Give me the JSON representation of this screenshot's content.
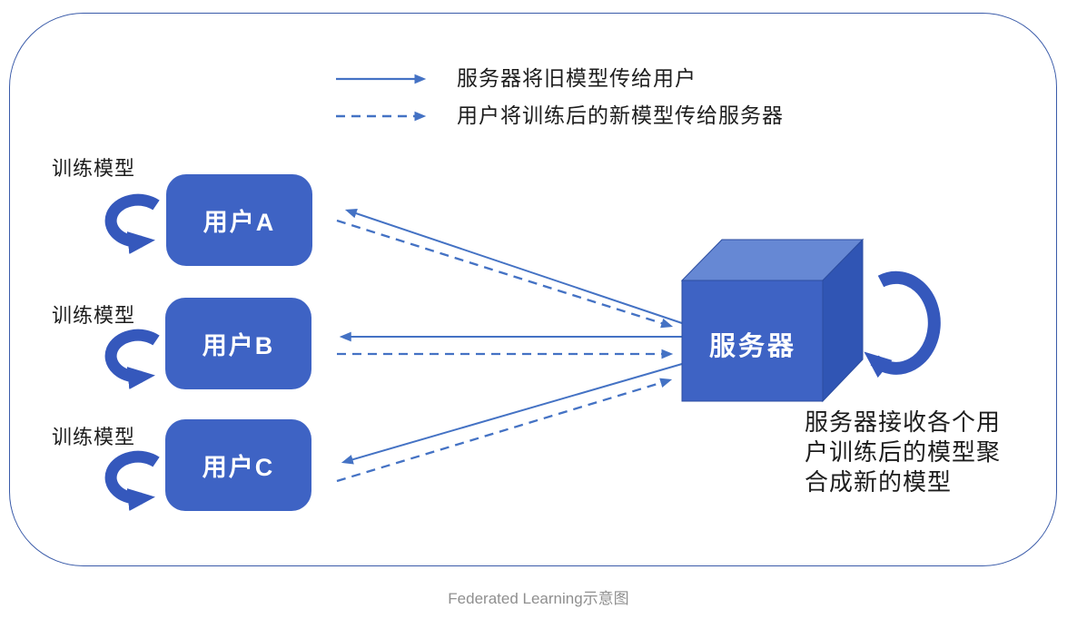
{
  "legend": {
    "solid_label": "服务器将旧模型传给用户",
    "dashed_label": "用户将训练后的新模型传给服务器"
  },
  "users": [
    {
      "label": "用户A",
      "note": "训练模型"
    },
    {
      "label": "用户B",
      "note": "训练模型"
    },
    {
      "label": "用户C",
      "note": "训练模型"
    }
  ],
  "server": {
    "label": "服务器",
    "note_line1": "服务器接收各个用",
    "note_line2": "户训练后的模型聚",
    "note_line3": "合成新的模型"
  },
  "caption": "Federated Learning示意图",
  "colors": {
    "box_blue": "#3E63C4",
    "cube_top": "#6688D4",
    "cube_front": "#3E63C4",
    "cube_side": "#3055B4",
    "arrow_blue": "#4472C4",
    "loop_blue": "#3558BC",
    "frame_blue": "#3A5BA9",
    "caption_gray": "#8F8F8F"
  }
}
